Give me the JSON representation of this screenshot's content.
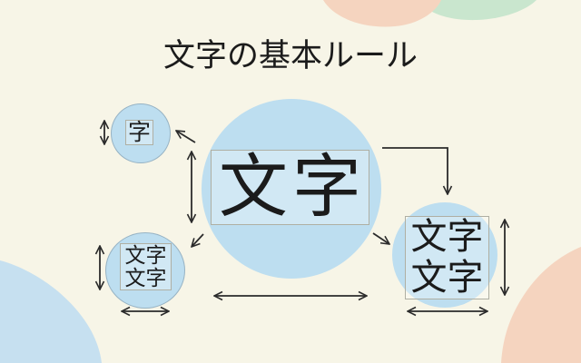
{
  "title": "文字の基本ルール",
  "diagram": {
    "center": {
      "label": "文字"
    },
    "top_left": {
      "label": "字"
    },
    "bottom_left": {
      "line1": "文字",
      "line2": "文字"
    },
    "right": {
      "line1": "文字",
      "line2": "文字"
    }
  },
  "colors": {
    "background": "#F7F5E7",
    "circle_blue": "#BDDEF0",
    "blob_blue": "#C6E0F0",
    "blob_peach": "#F5D4BF",
    "blob_green": "#C9E6CE",
    "box_border": "#AFAFA3",
    "arrow": "#2B2B2B",
    "text": "#1B1B1B"
  }
}
